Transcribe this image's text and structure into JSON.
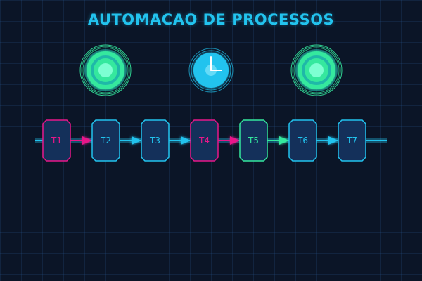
{
  "title": "AUTOMACAO DE PROCESSOS",
  "colors": {
    "background": "#0b1527",
    "accent_cyan": "#22c3ee",
    "accent_pink": "#e8178a",
    "accent_green": "#34e89e",
    "task_fill": "#14305a"
  },
  "top_icons": [
    {
      "name": "gear-icon-left",
      "icon": "concentric-rings",
      "color": "#34e89e"
    },
    {
      "name": "clock-icon",
      "icon": "clock",
      "color": "#22c3ee"
    },
    {
      "name": "gear-icon-right",
      "icon": "concentric-rings",
      "color": "#34e89e"
    }
  ],
  "tasks": [
    {
      "label": "T1",
      "color": "#e8178a"
    },
    {
      "label": "T2",
      "color": "#22c3ee"
    },
    {
      "label": "T3",
      "color": "#22c3ee"
    },
    {
      "label": "T4",
      "color": "#e8178a"
    },
    {
      "label": "T5",
      "color": "#34e89e"
    },
    {
      "label": "T6",
      "color": "#22c3ee"
    },
    {
      "label": "T7",
      "color": "#22c3ee"
    }
  ],
  "arrows": [
    {
      "from": "T1",
      "to": "T2",
      "color": "#e8178a"
    },
    {
      "from": "T2",
      "to": "T3",
      "color": "#22c3ee"
    },
    {
      "from": "T3",
      "to": "T4",
      "color": "#22c3ee"
    },
    {
      "from": "T4",
      "to": "T5",
      "color": "#e8178a"
    },
    {
      "from": "T5",
      "to": "T6",
      "color": "#34e89e"
    },
    {
      "from": "T6",
      "to": "T7",
      "color": "#22c3ee"
    }
  ]
}
